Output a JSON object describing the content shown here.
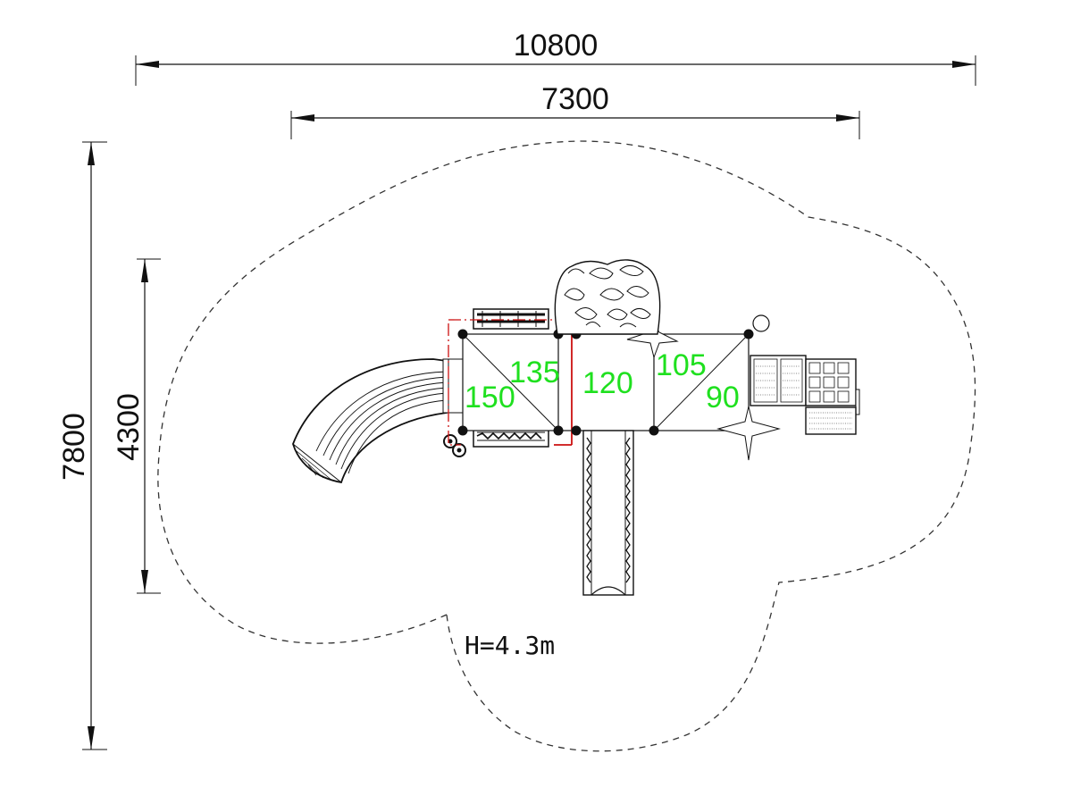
{
  "dimensions": {
    "overall_width": "10800",
    "structure_width": "7300",
    "overall_depth": "7800",
    "structure_depth": "4300"
  },
  "platform_heights": {
    "p1": "150",
    "p2": "135",
    "p3": "120",
    "p4": "105",
    "p5": "90"
  },
  "height_note": "H=4.3m",
  "colors": {
    "line": "#111111",
    "deck_label": "#1fe01f",
    "highlight": "#cc1111"
  },
  "icons": {
    "arrow": "arrowhead",
    "post": "post-dot",
    "rock": "climbing-rock",
    "tire": "tire"
  }
}
